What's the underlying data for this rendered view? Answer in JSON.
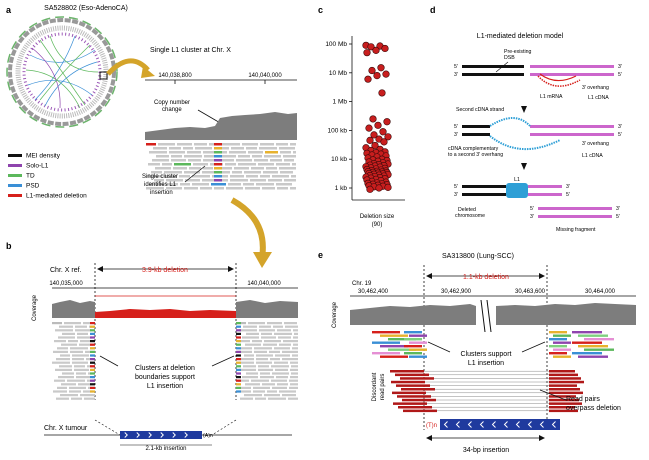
{
  "panels": {
    "a": {
      "label": "a",
      "title": "SA528802 (Eso-AdenoCA)",
      "cluster_caption": "Single L1 cluster at Chr. X",
      "coord_left": "140,038,800",
      "coord_right": "140,040,000",
      "cn_caption_line1": "Copy number",
      "cn_caption_line2": "change",
      "cluster_note_line1": "Single cluster",
      "cluster_note_line2": "identifies L1",
      "cluster_note_line3": "insertion",
      "legend": [
        {
          "label": "MEI density",
          "color": "#111111"
        },
        {
          "label": "Solo-L1",
          "color": "#8e44ad"
        },
        {
          "label": "TD",
          "color": "#5cb85c"
        },
        {
          "label": "PSD",
          "color": "#3a8fd6"
        },
        {
          "label": "L1-mediated deletion",
          "color": "#d6201b"
        }
      ]
    },
    "b": {
      "label": "b",
      "ref_label": "Chr. X ref.",
      "deletion_label": "3.9-kb deletion",
      "coord_left": "140,035,000",
      "coord_right": "140,040,000",
      "y_label": "Coverage",
      "clusters_note_line1": "Clusters at deletion",
      "clusters_note_line2": "boundaries support",
      "clusters_note_line3": "L1 insertion",
      "tumour_label": "Chr. X tumour",
      "insertion_label": "2.1-kb insertion",
      "polyA": "(A)n"
    },
    "c": {
      "label": "c",
      "xlabel_line1": "Deletion size",
      "xlabel_line2": "(90)",
      "point_color": "#c81e1e"
    },
    "d": {
      "label": "d",
      "title": "L1-mediated deletion model",
      "pre_existing_line1": "Pre-existing",
      "pre_existing_line2": "DSB",
      "l1_mrna": "L1 mRNA",
      "l1_cdna": "L1 cDNA",
      "overhang": "3′ overhang",
      "second_strand": "Second cDNA strand",
      "complementary_line1": "cDNA complementary",
      "complementary_line2": "to a second 3′ overhang",
      "overhang2": "3′ overhang",
      "l1_cdna2": "L1 cDNA",
      "l1_box": "L1",
      "deleted_line1": "Deleted",
      "deleted_line2": "chromosome",
      "missing": "Missing fragment",
      "five": "5′",
      "three": "3′"
    },
    "e": {
      "label": "e",
      "title": "SA313800 (Lung-SCC)",
      "chr": "Chr. 19",
      "deletion_label": "1.1-kb deletion",
      "coords": [
        "30,462,400",
        "30,462,900",
        "30,463,600",
        "30,464,000"
      ],
      "y_label": "Coverage",
      "clusters_line1": "Clusters support",
      "clusters_line2": "L1 insertion",
      "discordant_line1": "Discordant",
      "discordant_line2": "read pairs",
      "readpairs_line1": "Read pairs",
      "readpairs_line2": "overpass deletion",
      "polyT": "(T)n",
      "insertion_label": "34-bp insertion"
    }
  },
  "chart_data": {
    "type": "scatter",
    "xlabel": "Deletion size",
    "n": 90,
    "y_scale": "log",
    "y_ticks": [
      "1 kb",
      "10 kb",
      "100 kb",
      "1 Mb",
      "10 Mb",
      "100 Mb"
    ],
    "y_tick_values_bp": [
      1000,
      10000,
      100000,
      1000000,
      10000000,
      100000000
    ],
    "values_bp": [
      90000000,
      85000000,
      80000000,
      70000000,
      60000000,
      50000000,
      15000000,
      12000000,
      9000000,
      8000000,
      6000000,
      2000000,
      250000,
      200000,
      150000,
      120000,
      90000,
      70000,
      60000,
      50000,
      45000,
      40000,
      30000,
      25000,
      22000,
      20000,
      18000,
      17000,
      16000,
      15000,
      14000,
      13000,
      12000,
      11000,
      10000,
      9500,
      9000,
      8500,
      8000,
      7500,
      7000,
      6800,
      6500,
      6200,
      6000,
      5800,
      5500,
      5300,
      5000,
      4800,
      4600,
      4400,
      4200,
      4000,
      3900,
      3800,
      3700,
      3600,
      3500,
      3400,
      3300,
      3200,
      3100,
      3000,
      2900,
      2800,
      2700,
      2600,
      2500,
      2400,
      2300,
      2200,
      2100,
      2000,
      1900,
      1800,
      1700,
      1600,
      1500,
      1450,
      1400,
      1350,
      1300,
      1250,
      1200,
      1150,
      1100,
      1050,
      1000,
      900
    ]
  }
}
